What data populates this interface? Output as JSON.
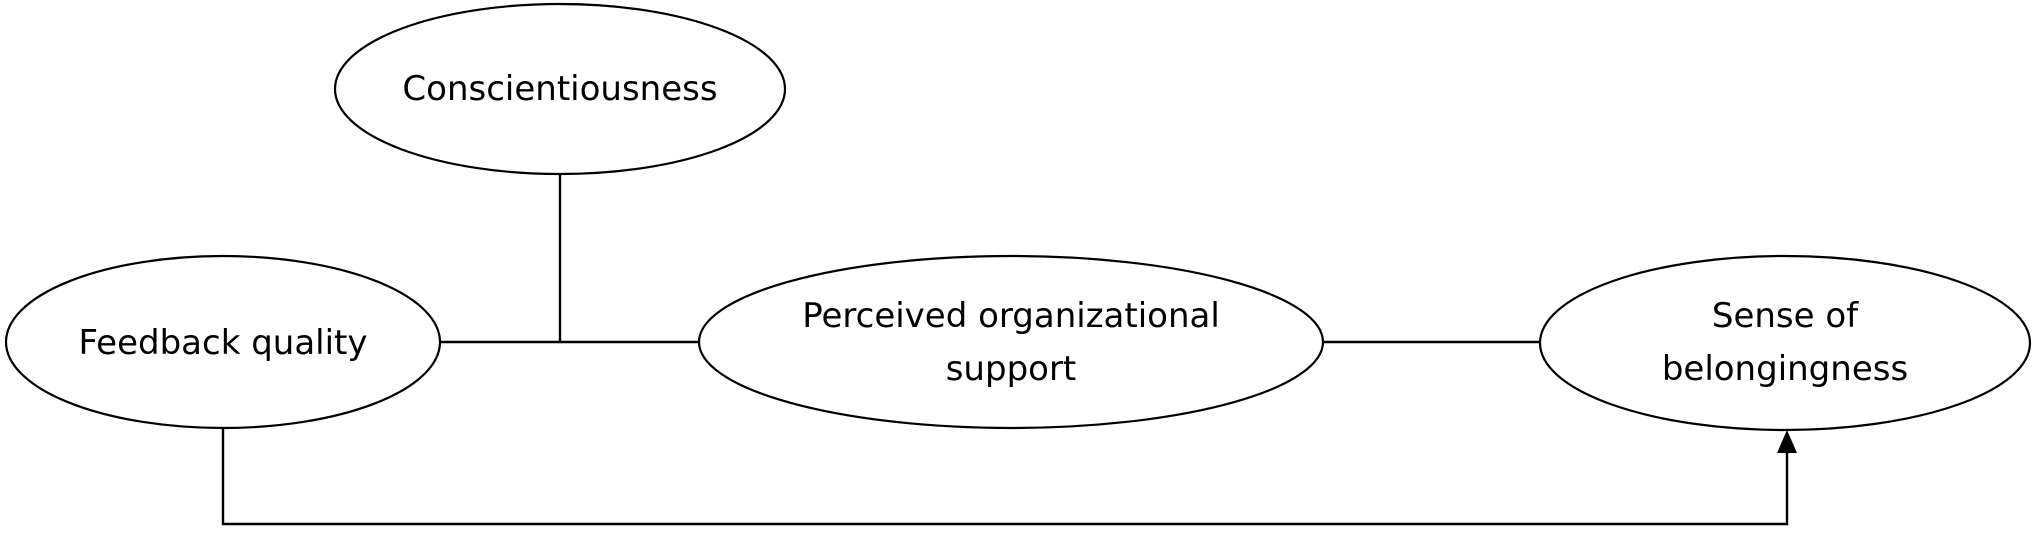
{
  "diagram": {
    "nodes": {
      "conscientiousness": {
        "lines": [
          "Conscientiousness"
        ]
      },
      "feedback_quality": {
        "lines": [
          "Feedback quality"
        ]
      },
      "perceived_support": {
        "lines": [
          "Perceived organizational",
          "support"
        ]
      },
      "belongingness": {
        "lines": [
          "Sense of",
          "belongingness"
        ]
      }
    },
    "colors": {
      "stroke": "#000000",
      "fill": "#ffffff",
      "text": "#000000"
    }
  }
}
